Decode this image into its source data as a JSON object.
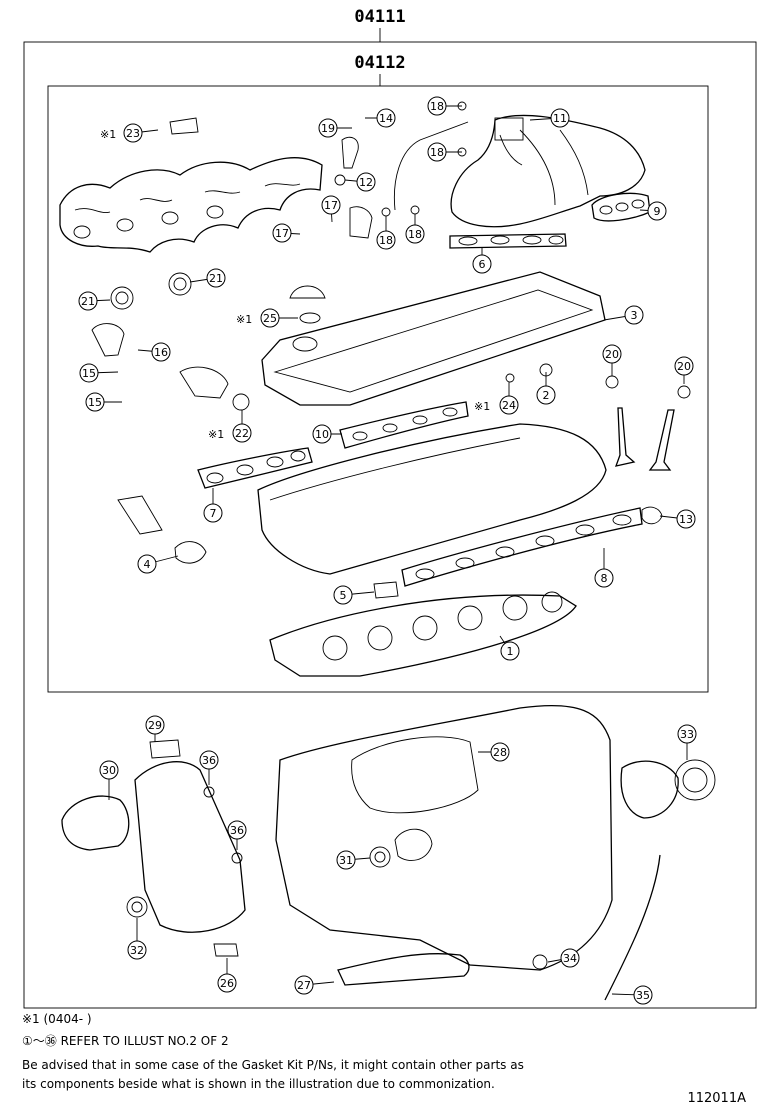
{
  "headers": {
    "outer_kit": "04111",
    "inner_kit": "04112"
  },
  "callouts": [
    {
      "label": "1"
    },
    {
      "label": "2"
    },
    {
      "label": "3"
    },
    {
      "label": "4"
    },
    {
      "label": "5"
    },
    {
      "label": "6"
    },
    {
      "label": "7"
    },
    {
      "label": "8"
    },
    {
      "label": "9"
    },
    {
      "label": "10"
    },
    {
      "label": "11"
    },
    {
      "label": "12"
    },
    {
      "label": "13"
    },
    {
      "label": "14"
    },
    {
      "label": "15"
    },
    {
      "label": "15"
    },
    {
      "label": "16"
    },
    {
      "label": "17"
    },
    {
      "label": "17"
    },
    {
      "label": "18"
    },
    {
      "label": "18"
    },
    {
      "label": "18"
    },
    {
      "label": "18"
    },
    {
      "label": "19"
    },
    {
      "label": "20"
    },
    {
      "label": "20"
    },
    {
      "label": "21"
    },
    {
      "label": "21"
    },
    {
      "label": "22"
    },
    {
      "label": "23"
    },
    {
      "label": "24"
    },
    {
      "label": "25"
    },
    {
      "label": "26"
    },
    {
      "label": "27"
    },
    {
      "label": "28"
    },
    {
      "label": "29"
    },
    {
      "label": "30"
    },
    {
      "label": "31"
    },
    {
      "label": "32"
    },
    {
      "label": "33"
    },
    {
      "label": "34"
    },
    {
      "label": "35"
    },
    {
      "label": "36"
    },
    {
      "label": "36"
    }
  ],
  "star_marks": [
    {
      "text": "※1"
    },
    {
      "text": "※1"
    },
    {
      "text": "※1"
    },
    {
      "text": "※1"
    }
  ],
  "notes": {
    "footnote": "※1 (0404-      )",
    "refer": "①～㊱ REFER TO ILLUST NO.2 OF 2",
    "advisory_line1": "Be advised that in some case of the Gasket Kit P/Ns,  it might contain other parts as",
    "advisory_line2": "its components beside what is shown in the illustration due to commonization."
  },
  "illustration_id": "112011A"
}
